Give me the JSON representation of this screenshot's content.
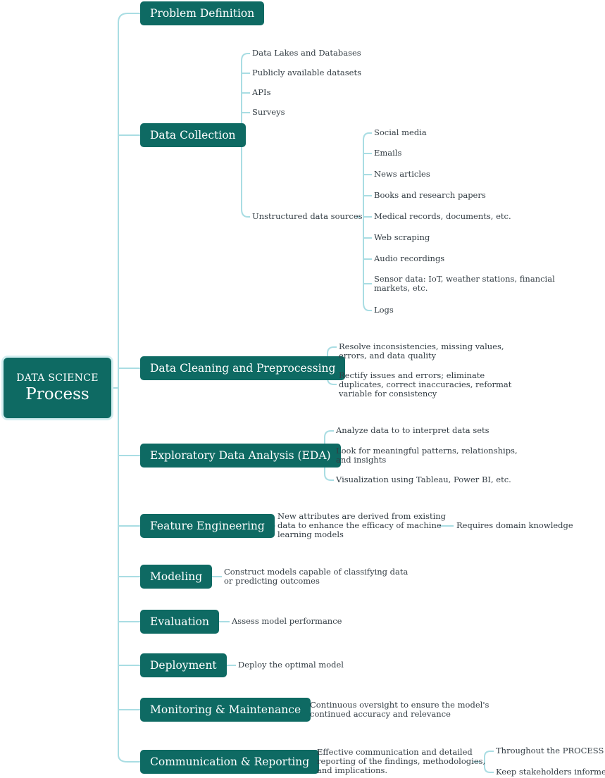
{
  "root": {
    "top_label": "DATA SCIENCE",
    "main_label": "Process"
  },
  "steps": [
    {
      "label": "Problem Definition"
    },
    {
      "label": "Data Collection",
      "sources": [
        "Data Lakes and Databases",
        "Publicly available datasets",
        "APIs",
        "Surveys",
        "Unstructured data sources"
      ],
      "unstructured": [
        "Social media",
        "Emails",
        "News articles",
        "Books and research papers",
        "Medical records, documents, etc.",
        "Web scraping",
        "Audio recordings",
        "Sensor data: IoT, weather stations, financial",
        "markets, etc.",
        "Logs"
      ]
    },
    {
      "label": "Data Cleaning and Preprocessing",
      "notes": [
        "Resolve inconsistencies, missing values,",
        "errors, and data quality",
        "Rectify issues and errors; eliminate",
        "duplicates, correct inaccuracies, reformat",
        "variable for consistency"
      ]
    },
    {
      "label": "Exploratory Data Analysis (EDA)",
      "notes": [
        "Analyze data to to interpret data sets",
        "Look for meaningful patterns, relationships,",
        "and insights",
        "Visualization using Tableau, Power BI, etc."
      ]
    },
    {
      "label": "Feature Engineering",
      "notes": [
        "New attributes are derived from existing",
        "data to enhance the efficacy of machine",
        "learning models"
      ],
      "sub": "Requires domain knowledge"
    },
    {
      "label": "Modeling",
      "notes": [
        "Construct models capable of classifying data",
        "or predicting outcomes"
      ]
    },
    {
      "label": "Evaluation",
      "notes": [
        "Assess model performance"
      ]
    },
    {
      "label": "Deployment",
      "notes": [
        "Deploy the optimal model"
      ]
    },
    {
      "label": "Monitoring & Maintenance",
      "notes": [
        "Continuous oversight to ensure the model's",
        "continued accuracy and relevance"
      ]
    },
    {
      "label": "Communication & Reporting",
      "notes": [
        "Effective communication and detailed",
        "reporting of the findings, methodologies,",
        "and implications."
      ],
      "subs": [
        "Throughout the PROCESS",
        "Keep stakeholders informed"
      ]
    }
  ]
}
